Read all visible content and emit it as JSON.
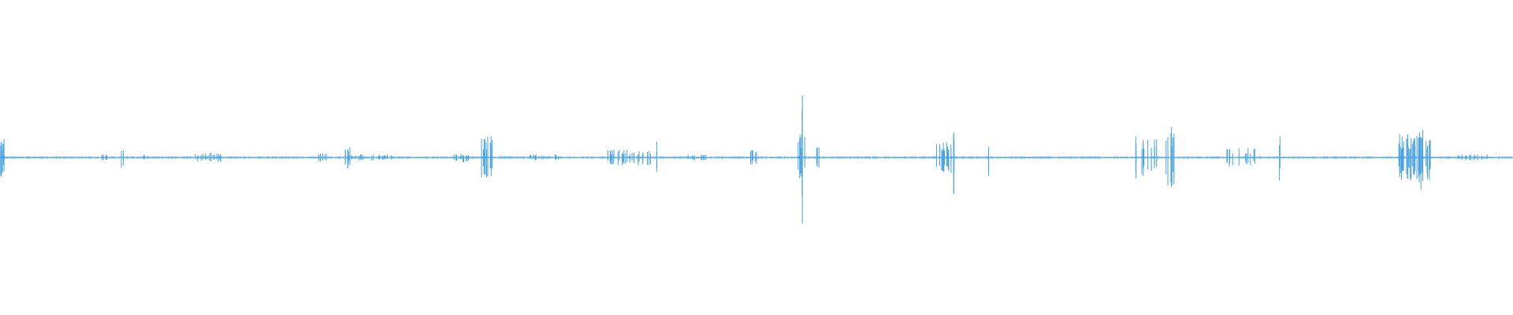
{
  "colors": {
    "background": "#ffffff",
    "waveform": "#4aa3e0"
  },
  "waveform": {
    "baseline_amplitude": 0.008,
    "bursts": [
      {
        "t": 0.001,
        "amp": 0.13,
        "width": 0.004,
        "count": 10
      },
      {
        "t": 0.07,
        "amp": 0.02,
        "width": 0.006,
        "count": 6
      },
      {
        "t": 0.081,
        "amp": 0.07,
        "width": 0.002,
        "count": 3
      },
      {
        "t": 0.095,
        "amp": 0.03,
        "width": 0.001,
        "count": 2
      },
      {
        "t": 0.138,
        "amp": 0.03,
        "width": 0.018,
        "count": 18
      },
      {
        "t": 0.213,
        "amp": 0.03,
        "width": 0.006,
        "count": 6
      },
      {
        "t": 0.23,
        "amp": 0.07,
        "width": 0.004,
        "count": 6
      },
      {
        "t": 0.245,
        "amp": 0.02,
        "width": 0.03,
        "count": 20
      },
      {
        "t": 0.305,
        "amp": 0.03,
        "width": 0.01,
        "count": 10
      },
      {
        "t": 0.322,
        "amp": 0.14,
        "width": 0.008,
        "count": 14
      },
      {
        "t": 0.36,
        "amp": 0.02,
        "width": 0.02,
        "count": 14
      },
      {
        "t": 0.415,
        "amp": 0.05,
        "width": 0.03,
        "count": 26
      },
      {
        "t": 0.434,
        "amp": 0.11,
        "width": 0.001,
        "count": 2
      },
      {
        "t": 0.46,
        "amp": 0.02,
        "width": 0.02,
        "count": 10
      },
      {
        "t": 0.498,
        "amp": 0.05,
        "width": 0.004,
        "count": 6
      },
      {
        "t": 0.53,
        "amp": 0.15,
        "width": 0.006,
        "count": 8
      },
      {
        "t": 0.53,
        "amp": 0.42,
        "width": 0.001,
        "count": 2
      },
      {
        "t": 0.54,
        "amp": 0.08,
        "width": 0.004,
        "count": 4
      },
      {
        "t": 0.625,
        "amp": 0.1,
        "width": 0.012,
        "count": 18
      },
      {
        "t": 0.631,
        "amp": 0.25,
        "width": 0.002,
        "count": 3
      },
      {
        "t": 0.653,
        "amp": 0.12,
        "width": 0.001,
        "count": 2
      },
      {
        "t": 0.751,
        "amp": 0.16,
        "width": 0.001,
        "count": 2
      },
      {
        "t": 0.76,
        "amp": 0.12,
        "width": 0.012,
        "count": 14
      },
      {
        "t": 0.773,
        "amp": 0.2,
        "width": 0.006,
        "count": 10
      },
      {
        "t": 0.82,
        "amp": 0.06,
        "width": 0.02,
        "count": 14
      },
      {
        "t": 0.846,
        "amp": 0.15,
        "width": 0.001,
        "count": 2
      },
      {
        "t": 0.935,
        "amp": 0.15,
        "width": 0.022,
        "count": 40
      },
      {
        "t": 0.94,
        "amp": 0.24,
        "width": 0.004,
        "count": 4
      },
      {
        "t": 0.97,
        "amp": 0.02,
        "width": 0.03,
        "count": 12
      }
    ]
  }
}
